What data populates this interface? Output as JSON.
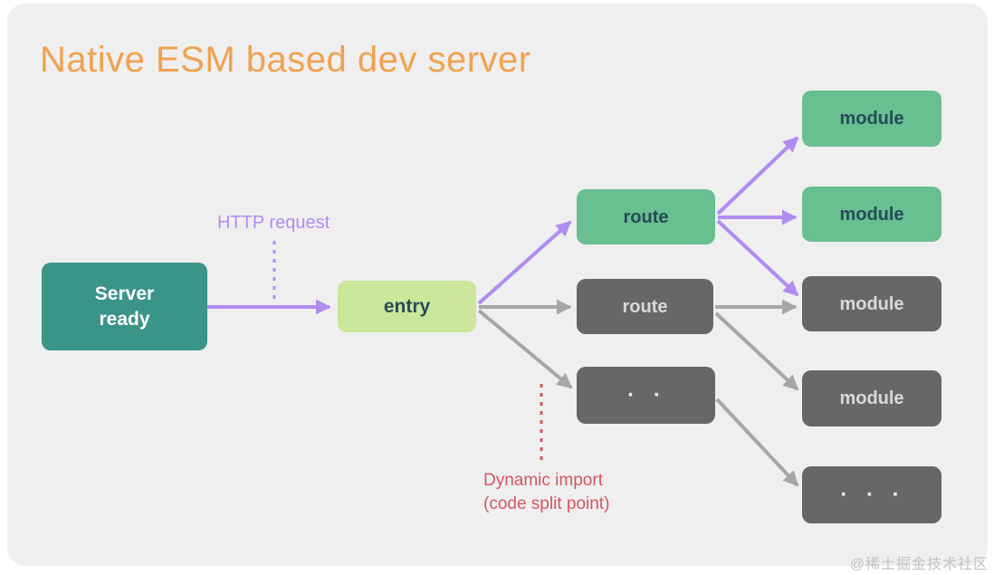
{
  "title": "Native ESM based dev server",
  "labels": {
    "http_request": "HTTP request",
    "dynamic_import_line1": "Dynamic import",
    "dynamic_import_line2": "(code split point)"
  },
  "nodes": {
    "server": {
      "label": "Server\nready"
    },
    "entry": {
      "label": "entry"
    },
    "route_green": {
      "label": "route"
    },
    "route_gray": {
      "label": "route"
    },
    "dots_mid": {
      "label": "· ·"
    },
    "module_1": {
      "label": "module"
    },
    "module_2": {
      "label": "module"
    },
    "module_3": {
      "label": "module"
    },
    "module_4": {
      "label": "module"
    },
    "dots_bottom": {
      "label": "· · ·"
    }
  },
  "watermark": "@稀土掘金技术社区",
  "colors": {
    "panel": "#efeff0",
    "orange": "#f0a24f",
    "teal": "#3b9488",
    "lime": "#cbe79b",
    "green": "#68bf90",
    "gray-box": "#676767",
    "gray-arrow": "#a6a6a6",
    "purple": "#b18cf0",
    "red": "#d4565e",
    "dark-text": "#274b57",
    "watermark": "#c2c2c2"
  }
}
